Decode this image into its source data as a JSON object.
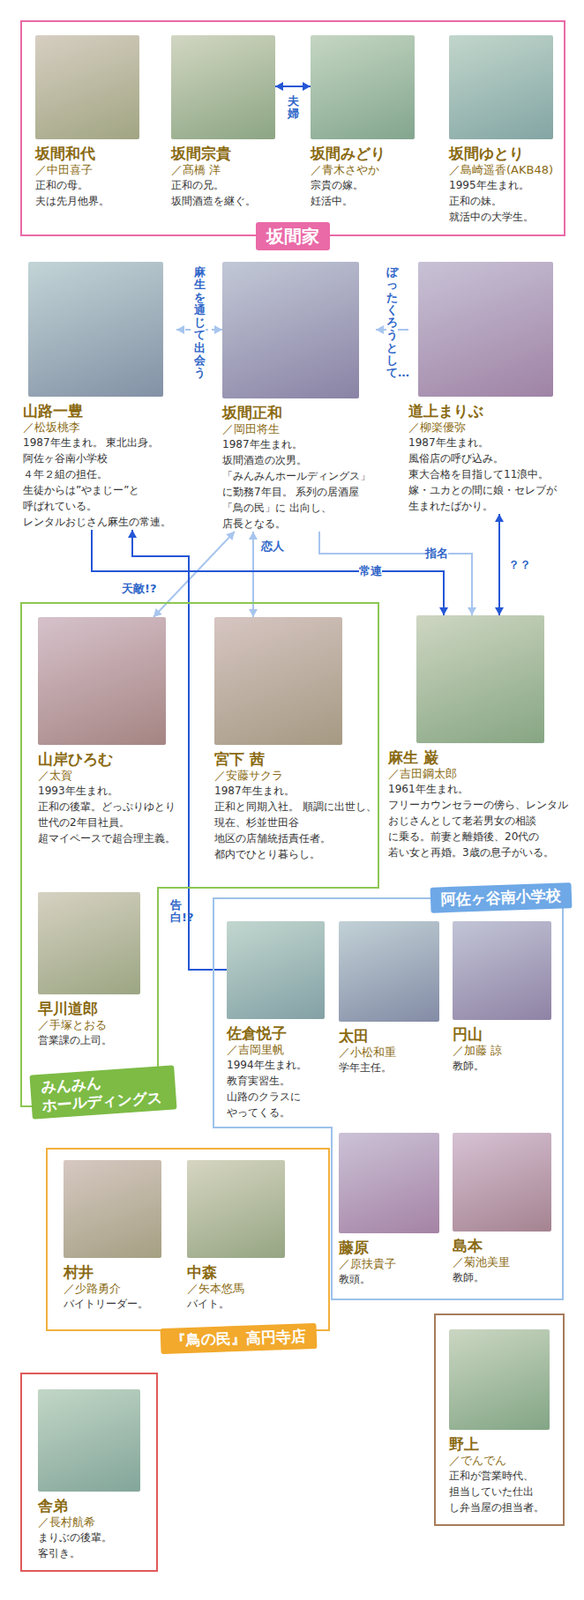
{
  "diagram": {
    "nodes": [
      {
        "text": [
          "坂間家"
        ]
      },
      {
        "text": [
          "坂間和代",
          "／中田喜子",
          "正和の母。 夫は先月他界。"
        ],
        "in": 0
      },
      {
        "text": [
          "坂間宗貴",
          "／髙橋 洋",
          "正和の兄。 坂間酒造を継ぐ。"
        ],
        "in": 0
      },
      {
        "text": [
          "坂間みどり",
          "／青木さやか",
          "宗貴の嫁。 妊活中。"
        ],
        "in": 0
      },
      {
        "text": [
          "坂間ゆとり",
          "／島崎遥香(AKB48)",
          "1995年生まれ。 正和の妹。 就活中の大学生。"
        ],
        "in": 0
      },
      {
        "text": [
          "山路一豊",
          "／松坂桃李",
          "1987年生まれ。 東北出身。阿佐ヶ谷南小学校 ４年２組の担任。 生徒からは”やまじー”と 呼ばれている。 レンタルおじさん麻生の常連。"
        ]
      },
      {
        "text": [
          "坂間正和",
          "／岡田将生",
          "1987年生まれ。 坂間酒造の次男。 「みんみんホールディングス」 に勤務7年目。 系列の居酒屋「鳥の民」に 出向し、店長となる。"
        ]
      },
      {
        "text": [
          "道上まりぶ",
          "／柳楽優弥",
          "1987年生まれ。 風俗店の呼び込み。 東大合格を目指して11浪中。 嫁・ユカとの間に娘・セレブが 生まれたばかり。"
        ]
      },
      {
        "text": [
          "みんみん ホールディングス"
        ]
      },
      {
        "text": [
          "山岸ひろむ",
          "／太賀",
          "1993年生まれ。 正和の後輩。どっぷりゆとり 世代の2年目社員。 超マイペースで超合理主義。"
        ],
        "in": 8
      },
      {
        "text": [
          "宮下 茜",
          "／安藤サクラ",
          "1987年生まれ。 正和と同期入社。 順調に出世し、現在、杉並世田谷 地区の店舗統括責任者。 都内でひとり暮らし。"
        ],
        "in": 8
      },
      {
        "text": [
          "早川道郎",
          "／手塚とおる",
          "営業課の上司。"
        ],
        "in": 8
      },
      {
        "text": [
          "麻生 巌",
          "／吉田鋼太郎",
          "1961年生まれ。 フリーカウンセラーの傍ら、レンタル おじさんとして老若男女の相談 に乗る。前妻と離婚後、20代の 若い女と再婚。3歳の息子がいる。"
        ]
      },
      {
        "text": [
          "阿佐ヶ谷南小学校"
        ]
      },
      {
        "text": [
          "佐倉悦子",
          "／吉岡里帆",
          "1994年生まれ。 教育実習生。 山路のクラスに やってくる。"
        ],
        "in": 13
      },
      {
        "text": [
          "太田",
          "／小松和重",
          "学年主任。"
        ],
        "in": 13
      },
      {
        "text": [
          "円山",
          "／加藤 諒",
          "教師。"
        ],
        "in": 13
      },
      {
        "text": [
          "藤原",
          "／原扶貴子",
          "教頭。"
        ],
        "in": 13
      },
      {
        "text": [
          "島本",
          "／菊池美里",
          "教師。"
        ],
        "in": 13
      },
      {
        "text": [
          "『鳥の民』高円寺店"
        ]
      },
      {
        "text": [
          "村井",
          "／少路勇介",
          "バイトリーダー。"
        ],
        "in": 19
      },
      {
        "text": [
          "中森",
          "／矢本悠馬",
          "バイト。"
        ],
        "in": 19
      },
      {
        "text": [
          "野上",
          "／でんでん",
          "正和が営業時代、 担当していた仕出 し弁当屋の担当者。"
        ]
      },
      {
        "text": [
          "舎弟",
          "／長村航希",
          "まりぶの後輩。 客引き。"
        ]
      }
    ],
    "edges": [
      {
        "from": 2,
        "to": 3,
        "label": "夫婦",
        "arrow": "both"
      },
      {
        "from": 5,
        "to": 6,
        "label": "麻生を通じて出会う",
        "arrow": "both"
      },
      {
        "from": 7,
        "to": 6,
        "label": "ぼったくろうとして…",
        "arrow": "to"
      },
      {
        "from": 6,
        "to": 10,
        "label": "恋人",
        "arrow": "both"
      },
      {
        "from": 6,
        "to": 9,
        "label": "天敵!?",
        "arrow": "both"
      },
      {
        "from": 5,
        "to": 12,
        "label": "常連",
        "arrow": "to"
      },
      {
        "from": 6,
        "to": 12,
        "label": "指名",
        "arrow": "to"
      },
      {
        "from": 7,
        "to": 12,
        "label": "？？",
        "arrow": "both"
      },
      {
        "from": 14,
        "to": 5,
        "label": "告白!?",
        "arrow": "to"
      }
    ]
  }
}
